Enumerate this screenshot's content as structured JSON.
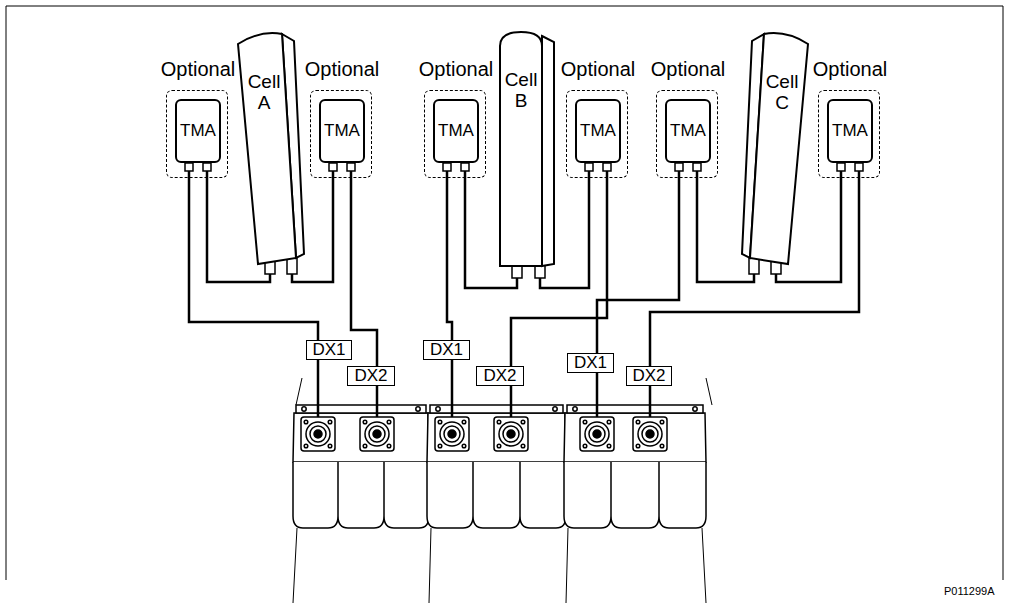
{
  "diagram": {
    "nodes": [
      {
        "text": [
          "Optional"
        ]
      },
      {
        "text": [
          "TMA"
        ],
        "in": 0
      },
      {
        "text": [
          "Cell A"
        ]
      },
      {
        "text": [
          "Optional"
        ]
      },
      {
        "text": [
          "TMA"
        ],
        "in": 3
      },
      {
        "text": [
          "Optional"
        ]
      },
      {
        "text": [
          "TMA"
        ],
        "in": 5
      },
      {
        "text": [
          "Cell B"
        ]
      },
      {
        "text": [
          "Optional"
        ]
      },
      {
        "text": [
          "TMA"
        ],
        "in": 8
      },
      {
        "text": [
          "Optional"
        ]
      },
      {
        "text": [
          "TMA"
        ],
        "in": 10
      },
      {
        "text": [
          "Cell C"
        ]
      },
      {
        "text": [
          "Optional"
        ]
      },
      {
        "text": [
          "TMA"
        ],
        "in": 13
      },
      {
        "text": [
          "DX1"
        ]
      },
      {
        "text": [
          "DX2"
        ]
      },
      {
        "text": [
          "DX1"
        ]
      },
      {
        "text": [
          "DX2"
        ]
      },
      {
        "text": [
          "DX1"
        ]
      },
      {
        "text": [
          "DX2"
        ]
      }
    ],
    "edges": [
      {
        "from": 2,
        "to": 1,
        "arrow": "none"
      },
      {
        "from": 2,
        "to": 4,
        "arrow": "none"
      },
      {
        "from": 1,
        "to": 15,
        "arrow": "none"
      },
      {
        "from": 4,
        "to": 16,
        "arrow": "none"
      },
      {
        "from": 7,
        "to": 6,
        "arrow": "none"
      },
      {
        "from": 7,
        "to": 9,
        "arrow": "none"
      },
      {
        "from": 6,
        "to": 17,
        "arrow": "none"
      },
      {
        "from": 9,
        "to": 18,
        "arrow": "none"
      },
      {
        "from": 12,
        "to": 11,
        "arrow": "none"
      },
      {
        "from": 12,
        "to": 14,
        "arrow": "none"
      },
      {
        "from": 11,
        "to": 19,
        "arrow": "none"
      },
      {
        "from": 14,
        "to": 20,
        "arrow": "none"
      }
    ],
    "labels": [
      "P011299A"
    ]
  }
}
